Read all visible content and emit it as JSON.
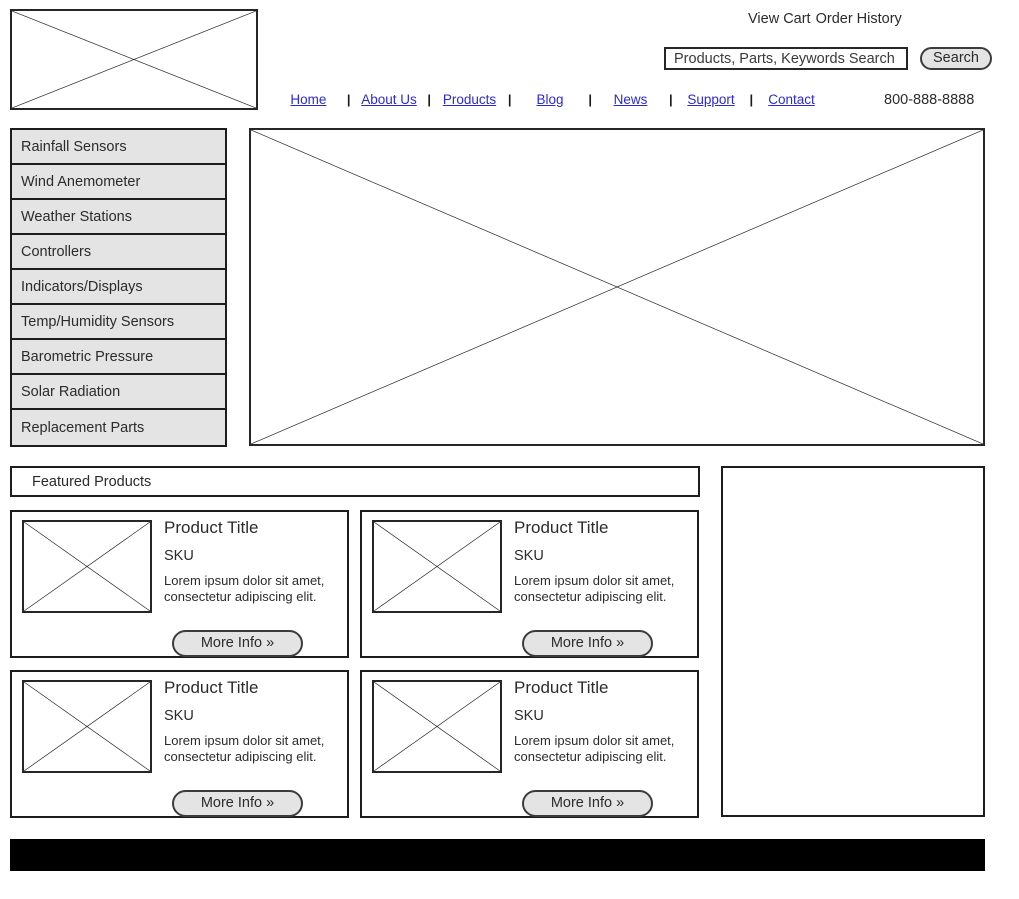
{
  "header": {
    "logo_alt": "Company Logo",
    "utility": {
      "view_cart": "View Cart",
      "order_history": "Order History"
    },
    "search": {
      "placeholder": "Products, Parts, Keywords Search",
      "value": "",
      "button_label": "Search"
    },
    "phone": "800-888-8888",
    "nav": [
      {
        "label": "Home"
      },
      {
        "label": "About Us"
      },
      {
        "label": "Products"
      },
      {
        "label": "Blog"
      },
      {
        "label": "News"
      },
      {
        "label": "Support"
      },
      {
        "label": "Contact"
      }
    ],
    "nav_separator": "|"
  },
  "sidebar": {
    "items": [
      {
        "label": "Rainfall Sensors"
      },
      {
        "label": "Wind Anemometer"
      },
      {
        "label": "Weather Stations"
      },
      {
        "label": "Controllers"
      },
      {
        "label": "Indicators/Displays"
      },
      {
        "label": "Temp/Humidity Sensors"
      },
      {
        "label": "Barometric Pressure"
      },
      {
        "label": "Solar Radiation"
      },
      {
        "label": "Replacement Parts"
      }
    ]
  },
  "hero": {
    "alt": "Hero Banner Image Placeholder"
  },
  "featured": {
    "heading": "Featured Products",
    "products": [
      {
        "title": "Product Title",
        "sku": "SKU",
        "description": "Lorem ipsum dolor sit amet, consectetur adipiscing elit.",
        "button_label": "More Info »",
        "image_alt": "Product Image Placeholder"
      },
      {
        "title": "Product Title",
        "sku": "SKU",
        "description": "Lorem ipsum dolor sit amet, consectetur adipiscing elit.",
        "button_label": "More Info »",
        "image_alt": "Product Image Placeholder"
      },
      {
        "title": "Product Title",
        "sku": "SKU",
        "description": "Lorem ipsum dolor sit amet, consectetur adipiscing elit.",
        "button_label": "More Info »",
        "image_alt": "Product Image Placeholder"
      },
      {
        "title": "Product Title",
        "sku": "SKU",
        "description": "Lorem ipsum dolor sit amet, consectetur adipiscing elit.",
        "button_label": "More Info »",
        "image_alt": "Product Image Placeholder"
      }
    ]
  },
  "promo": {
    "content": ""
  },
  "footer": {
    "content": ""
  },
  "colors": {
    "link": "#2b29d6",
    "border": "#1d1d1d",
    "panel_fill": "#e4e4e4",
    "footer_fill": "#000000",
    "text": "#2b2b2b"
  }
}
